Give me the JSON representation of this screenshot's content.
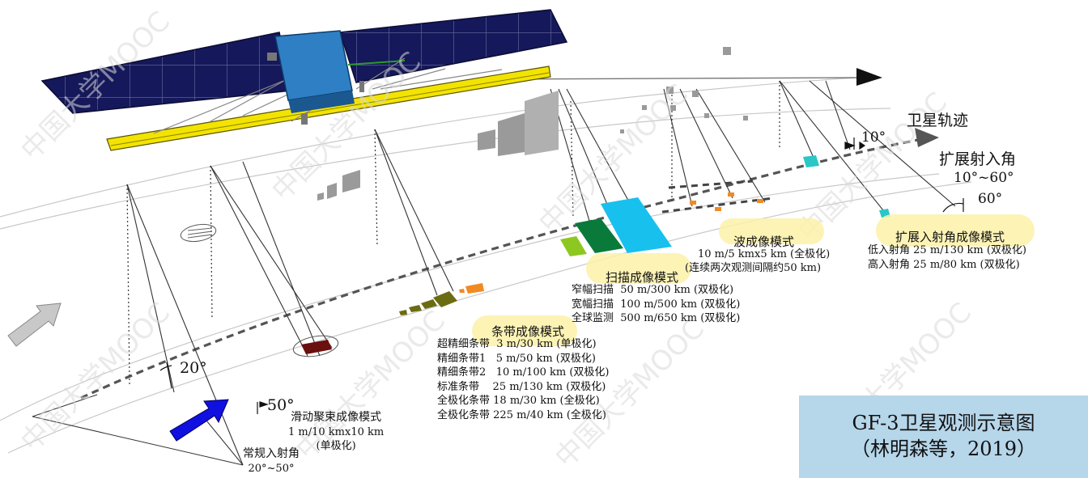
{
  "track": {
    "label": "卫星轨迹",
    "angle": "10°"
  },
  "extended_angle": {
    "title": "扩展射入角",
    "range": "10°~60°",
    "angle": "60°"
  },
  "normal_angle": {
    "title": "常规入射角",
    "range": "20°~50°",
    "angle_low": "20°",
    "angle_high": "50°"
  },
  "spotlight": {
    "title": "滑动聚束成像模式",
    "spec": "1 m/10 kmx10 km",
    "pol": "(单极化)"
  },
  "wave_mode": {
    "title": "波成像模式",
    "line1": "10 m/5 kmx5 km (全极化)",
    "line2": "(连续两次观测间隔约50 km)"
  },
  "ext_mode": {
    "title": "扩展入射角成像模式",
    "rows": [
      {
        "name": "低入射角",
        "spec": "25 m/130 km (双极化)"
      },
      {
        "name": "高入射角",
        "spec": "25 m/80 km (双极化)"
      }
    ]
  },
  "scan_mode": {
    "title": "扫描成像模式",
    "rows": [
      {
        "name": "窄幅扫描",
        "spec": "50 m/300 km (双极化)"
      },
      {
        "name": "宽幅扫描",
        "spec": "100 m/500 km (双极化)"
      },
      {
        "name": "全球监测",
        "spec": "500 m/650 km (双极化)"
      }
    ]
  },
  "strip_mode": {
    "title": "条带成像模式",
    "rows": [
      {
        "name": "超精细条带",
        "spec": "3 m/30 km (单极化)"
      },
      {
        "name": "精细条带1",
        "spec": "5 m/50 km (双极化)"
      },
      {
        "name": "精细条带2",
        "spec": "10 m/100 km (双极化)"
      },
      {
        "name": "标准条带",
        "spec": "25 m/130 km (双极化)"
      },
      {
        "name": "全极化条带",
        "spec": "18 m/30 km (全极化)"
      },
      {
        "name": "全极化条带",
        "spec": "225 m/40 km (全极化)"
      }
    ]
  },
  "caption": {
    "line1": "GF-3卫星观测示意图",
    "line2": "（林明森等，2019）"
  },
  "watermark": "中国大学MOOC",
  "colors": {
    "panel": "#14164f",
    "bus": "#2f7fc4",
    "boom": "#f2e400",
    "highlight": "#fbf1a8",
    "caption_bg": "#b6d6ea",
    "blue_arrow": "#1010e0",
    "gray_arrow": "#c8c8c8",
    "teal": "#2bc6c6",
    "cyan_swath": "#18c0ee",
    "dark_green": "#0a7a3a",
    "lime": "#8cc820",
    "olive": "#6b6b12",
    "dark_red": "#6b0f0f",
    "orange": "#f08a24"
  }
}
